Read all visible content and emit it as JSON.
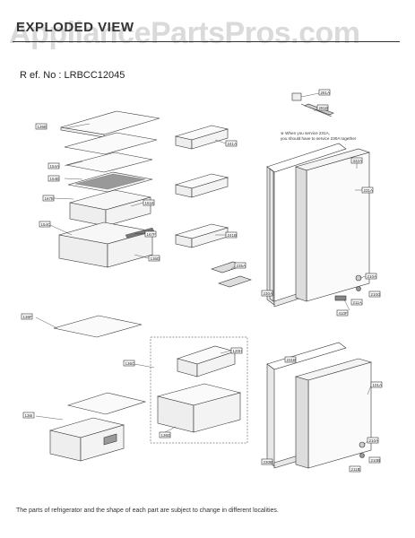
{
  "header": {
    "title": "EXPLODED VIEW",
    "watermark": "AppliancePartsPros.com"
  },
  "ref_no": "R ef. No : LRBCC12045",
  "note": [
    "※ When you service 231A,",
    "you should have to service 230A together"
  ],
  "footer": "The parts of refrigerator and the shape of each part are subject to change in different localities.",
  "labels": [
    {
      "text": "281A"
    },
    {
      "text": "281B"
    },
    {
      "text": "136E"
    },
    {
      "text": "241A"
    },
    {
      "text": "154A"
    },
    {
      "text": "154E"
    },
    {
      "text": "167E"
    },
    {
      "text": "151E"
    },
    {
      "text": "154C"
    },
    {
      "text": "167F"
    },
    {
      "text": "241B"
    },
    {
      "text": "136D"
    },
    {
      "text": "235A"
    },
    {
      "text": "332A"
    },
    {
      "text": "231A"
    },
    {
      "text": "210A"
    },
    {
      "text": "230A"
    },
    {
      "text": "211A"
    },
    {
      "text": "410F"
    },
    {
      "text": "210G"
    },
    {
      "text": "136F"
    },
    {
      "text": "120H"
    },
    {
      "text": "136C"
    },
    {
      "text": "136D"
    },
    {
      "text": "231B"
    },
    {
      "text": "101A"
    },
    {
      "text": "136I"
    },
    {
      "text": "230B"
    },
    {
      "text": "210A"
    },
    {
      "text": "211B"
    },
    {
      "text": "210B"
    }
  ]
}
